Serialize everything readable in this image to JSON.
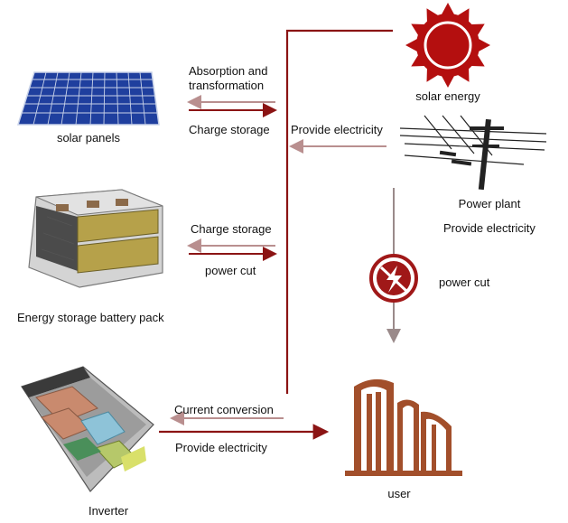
{
  "colors": {
    "dark_red": "#8b1414",
    "light_arrow": "#b98f8f",
    "grey_line": "#9a8a8a",
    "sun_red": "#b40f0f",
    "building": "#a24f2b"
  },
  "nodes": {
    "solar_energy": "solar energy",
    "solar_panels": "solar panels",
    "power_plant": "Power plant",
    "battery_pack": "Energy storage battery pack",
    "inverter": "Inverter",
    "user": "user"
  },
  "edges": {
    "absorption_line1": "Absorption and",
    "absorption_line2": "transformation",
    "panels_charge_storage": "Charge storage",
    "plant_provide_electricity": "Provide electricity",
    "plant_provide_electricity_2": "Provide electricity",
    "battery_charge_storage": "Charge storage",
    "battery_power_cut": "power cut",
    "plant_power_cut": "power cut",
    "current_conversion": "Current conversion",
    "inverter_provide_electricity": "Provide electricity"
  },
  "icons": {
    "sun": "sun-icon",
    "panels": "solar-panel-icon",
    "plant": "power-line-icon",
    "battery": "battery-pack-icon",
    "inverter": "inverter-icon",
    "outage": "power-outage-icon",
    "user": "building-icon"
  }
}
